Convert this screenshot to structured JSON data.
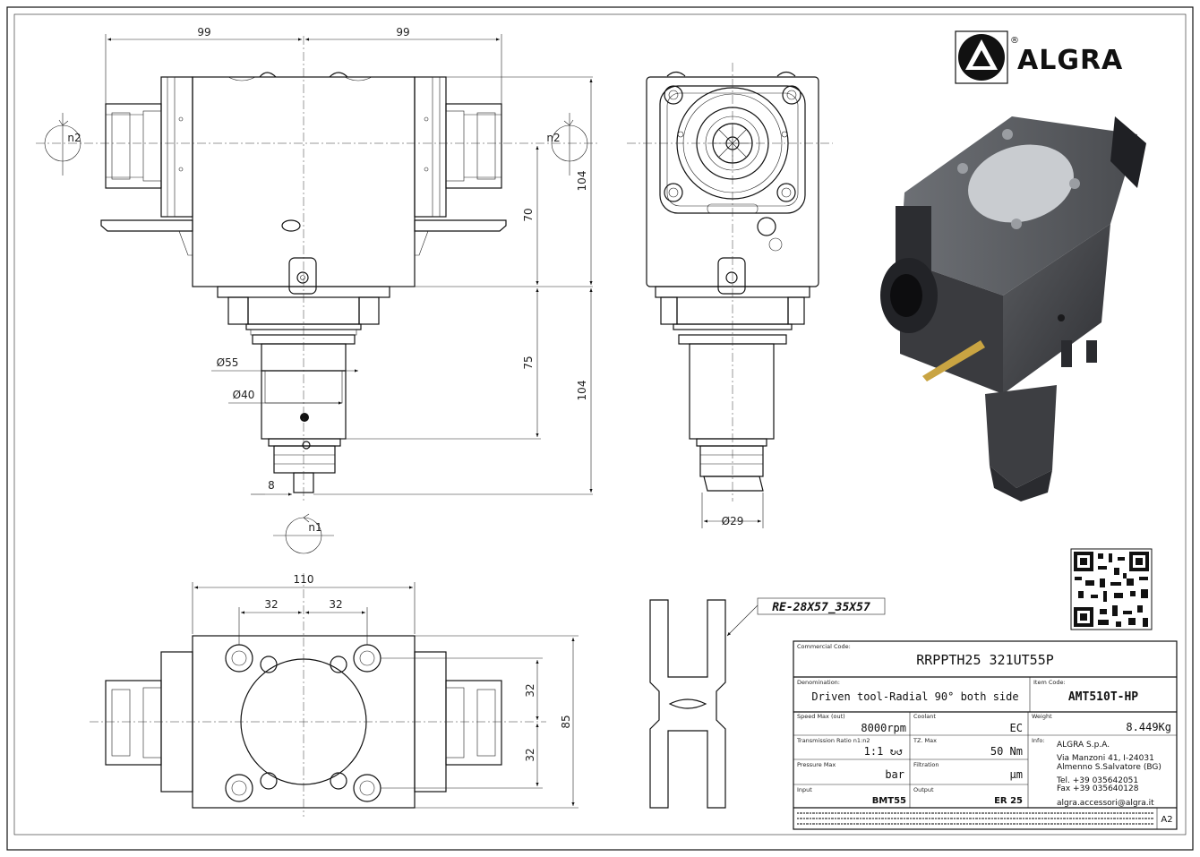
{
  "brand": {
    "name": "ALGRA",
    "reg": "®"
  },
  "dims": {
    "top_left_99": "99",
    "top_right_99": "99",
    "n2_left": "n2",
    "n2_right": "n2",
    "n1": "n1",
    "h104_upper": "104",
    "h70": "70",
    "h75": "75",
    "h104_lower": "104",
    "d55": "Ø55",
    "d40": "Ø40",
    "d8": "8",
    "d29": "Ø29",
    "w110": "110",
    "w32a": "32",
    "w32b": "32",
    "v32a": "32",
    "v32b": "32",
    "h85": "85"
  },
  "profile_label": "RE-28X57_35X57",
  "title_block": {
    "commercial_code_label": "Commercial Code:",
    "commercial_code": "RRPPTH25 321UT55P",
    "denomination_label": "Denomination:",
    "denomination": "Driven tool-Radial 90° both side",
    "item_code_label": "Item Code:",
    "item_code": "AMT510T-HP",
    "speed_label": "Speed Max (out)",
    "speed": "8000rpm",
    "coolant_label": "Coolant",
    "coolant": "EC",
    "weight_label": "Weight",
    "weight": "8.449Kg",
    "ratio_label": "Transmission Ratio n1:n2",
    "ratio": "1:1 ↻↺",
    "torque_label": "TZ. Max",
    "torque": "50 Nm",
    "info_label": "Info:",
    "company": "ALGRA S.p.A.",
    "address1": "Via Manzoni 41, I-24031",
    "address2": "Almenno S.Salvatore (BG)",
    "tel": "Tel. +39 035642051",
    "fax": "Fax +39 035640128",
    "email": "algra.accessori@algra.it",
    "pressure_label": "Pressure Max",
    "pressure": "bar",
    "filtration_label": "Filtration",
    "filtration": "µm",
    "input_label": "Input",
    "input": "BMT55",
    "output_label": "Output",
    "output": "ER 25",
    "sheet_size": "A2"
  }
}
